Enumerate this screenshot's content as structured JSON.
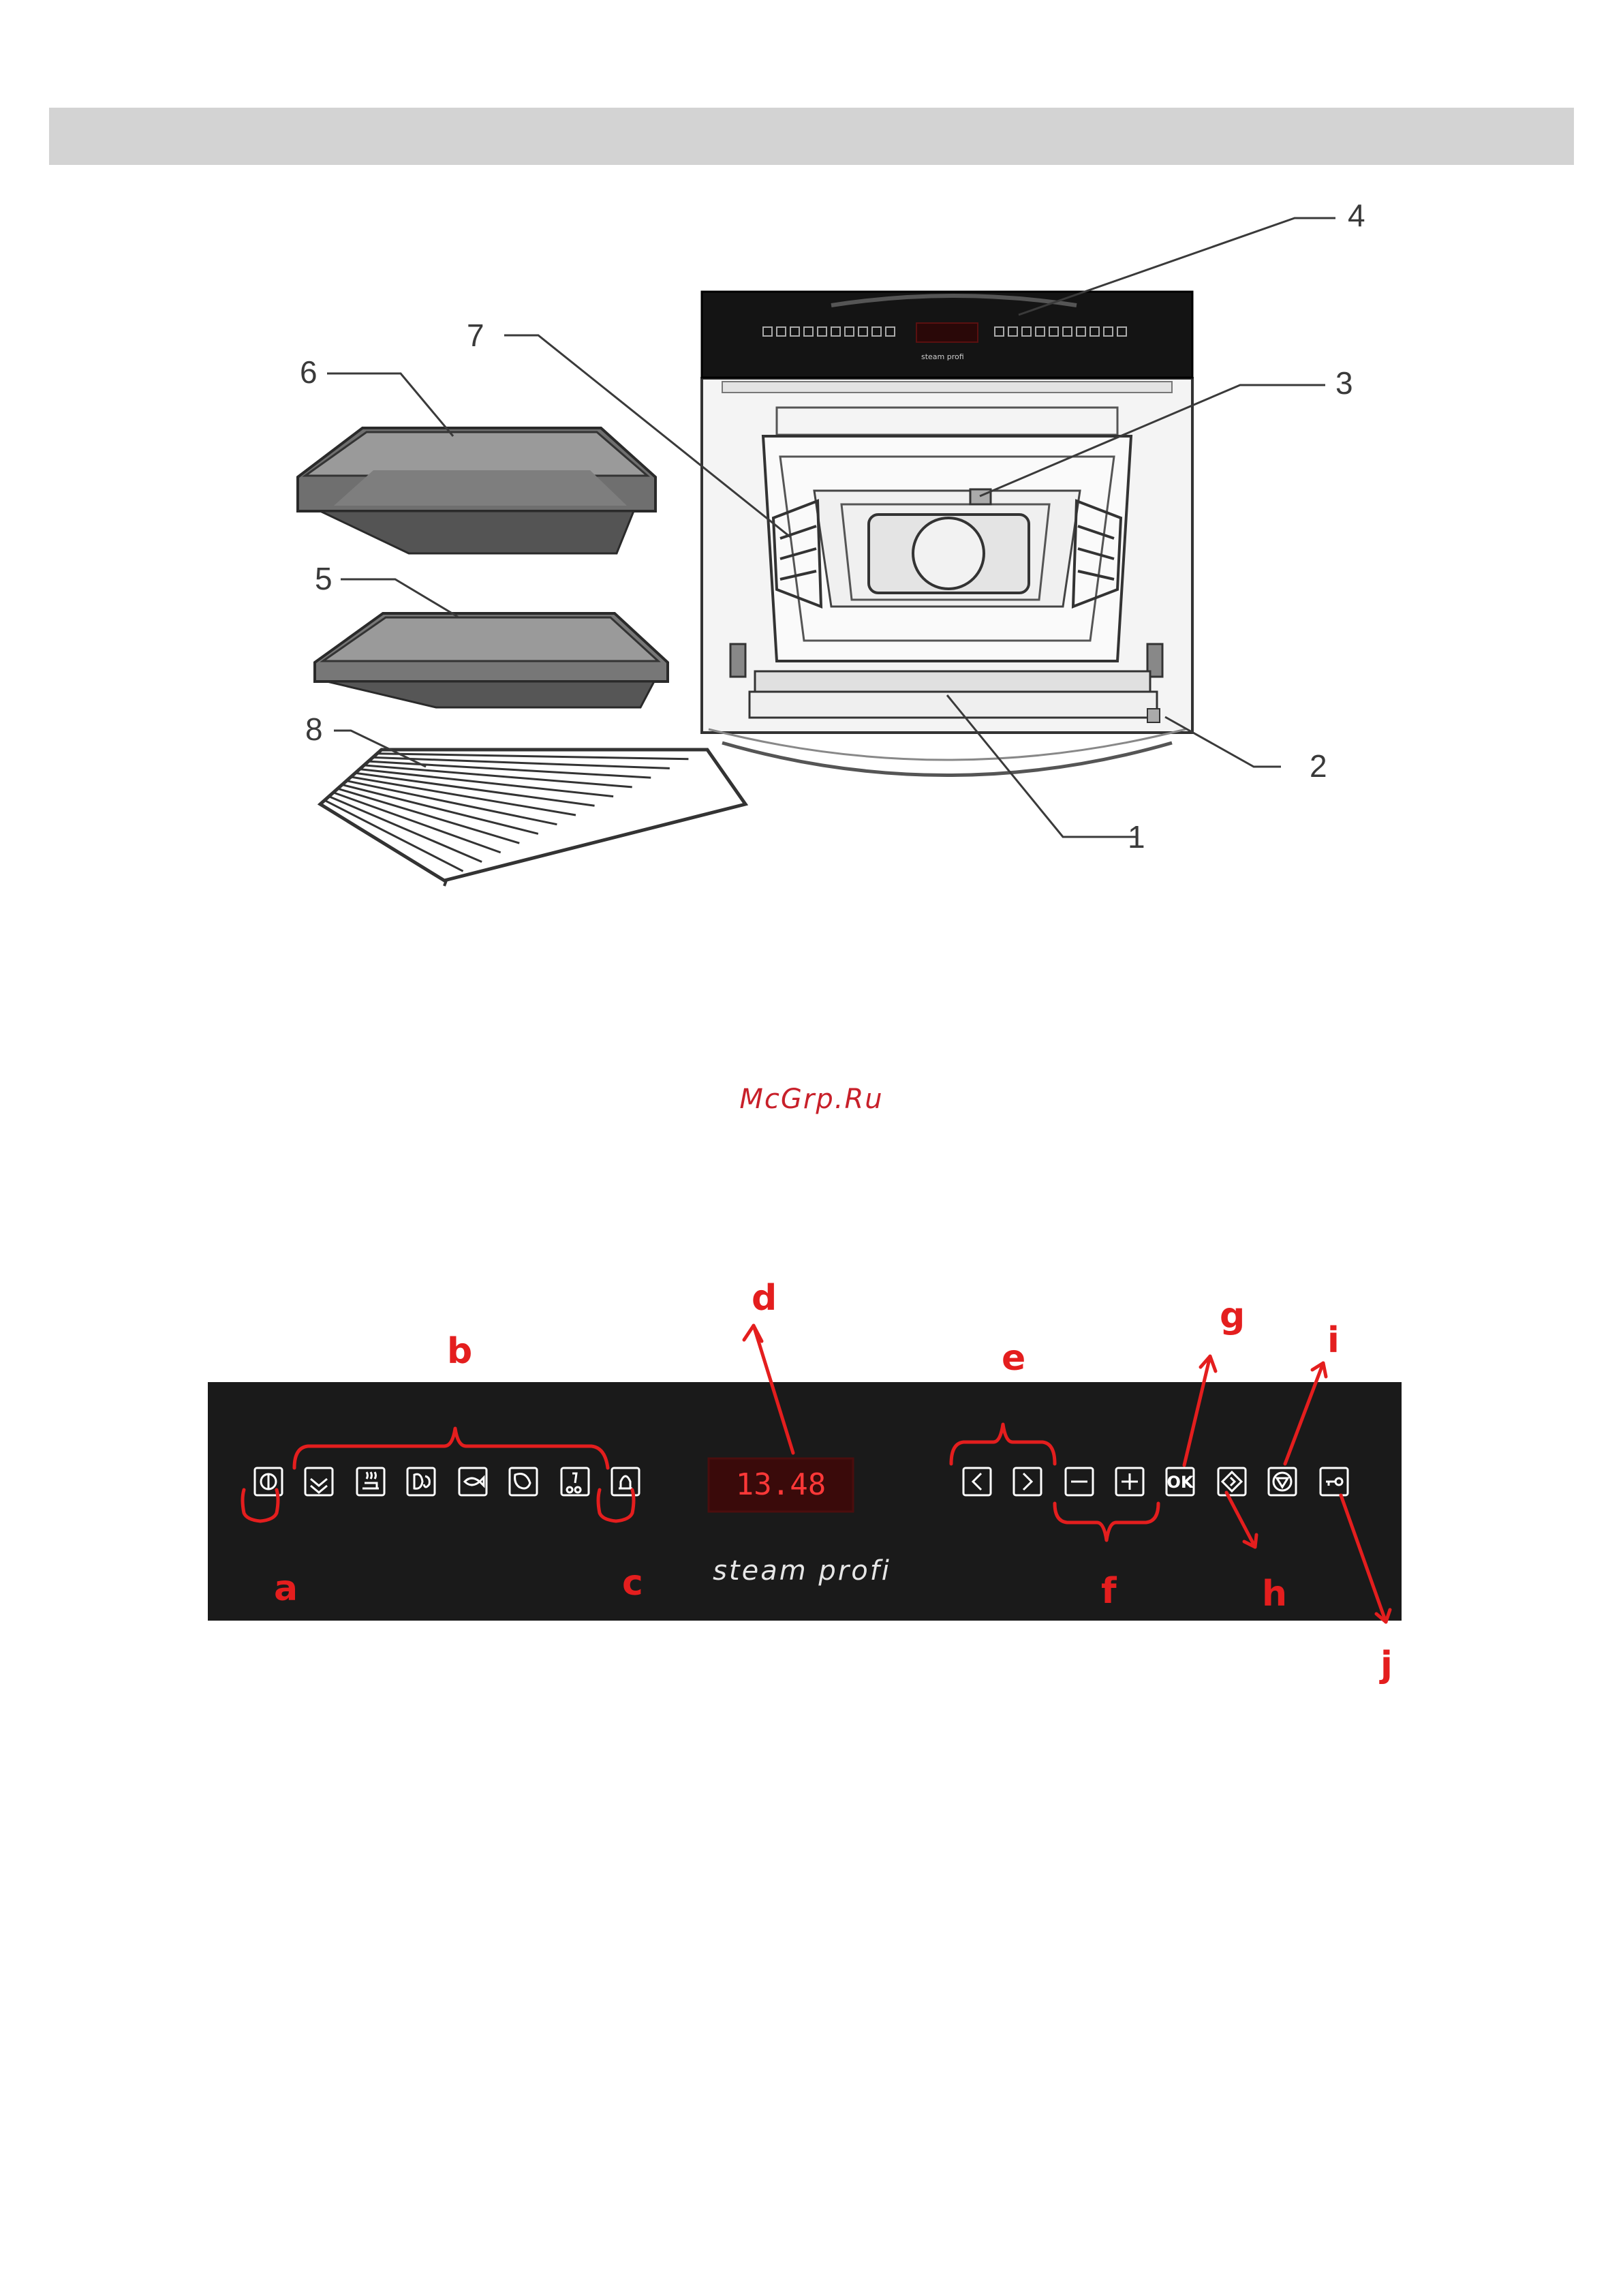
{
  "callouts": [
    "1",
    "2",
    "3",
    "4",
    "5",
    "6",
    "7",
    "8"
  ],
  "watermark": "McGrp.Ru",
  "panel": {
    "display_time": "13.48",
    "brand": "steam profi",
    "ok_label": "OK",
    "labels": {
      "a": "a",
      "b": "b",
      "c": "c",
      "d": "d",
      "e": "e",
      "f": "f",
      "g": "g",
      "h": "h",
      "i": "i",
      "j": "j"
    }
  },
  "colors": {
    "panel": "#1a1a1a",
    "annotation": "#e41e1e",
    "display": "#ff3838",
    "header_bar": "#d3d3d3"
  }
}
